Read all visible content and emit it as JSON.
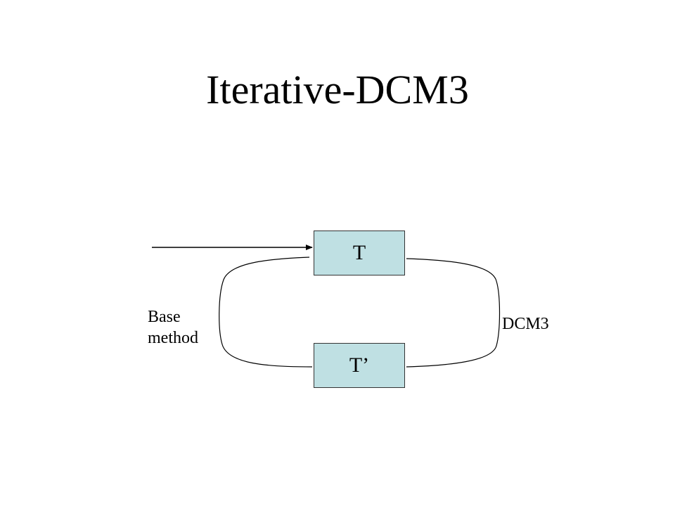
{
  "slide": {
    "title": "Iterative-DCM3"
  },
  "diagram": {
    "nodes": {
      "top": "T",
      "bottom": "T’"
    },
    "edges": {
      "left_label_line1": "Base",
      "left_label_line2": "method",
      "right_label": "DCM3"
    },
    "colors": {
      "box_fill": "#bfe0e3",
      "stroke": "#000000"
    }
  }
}
